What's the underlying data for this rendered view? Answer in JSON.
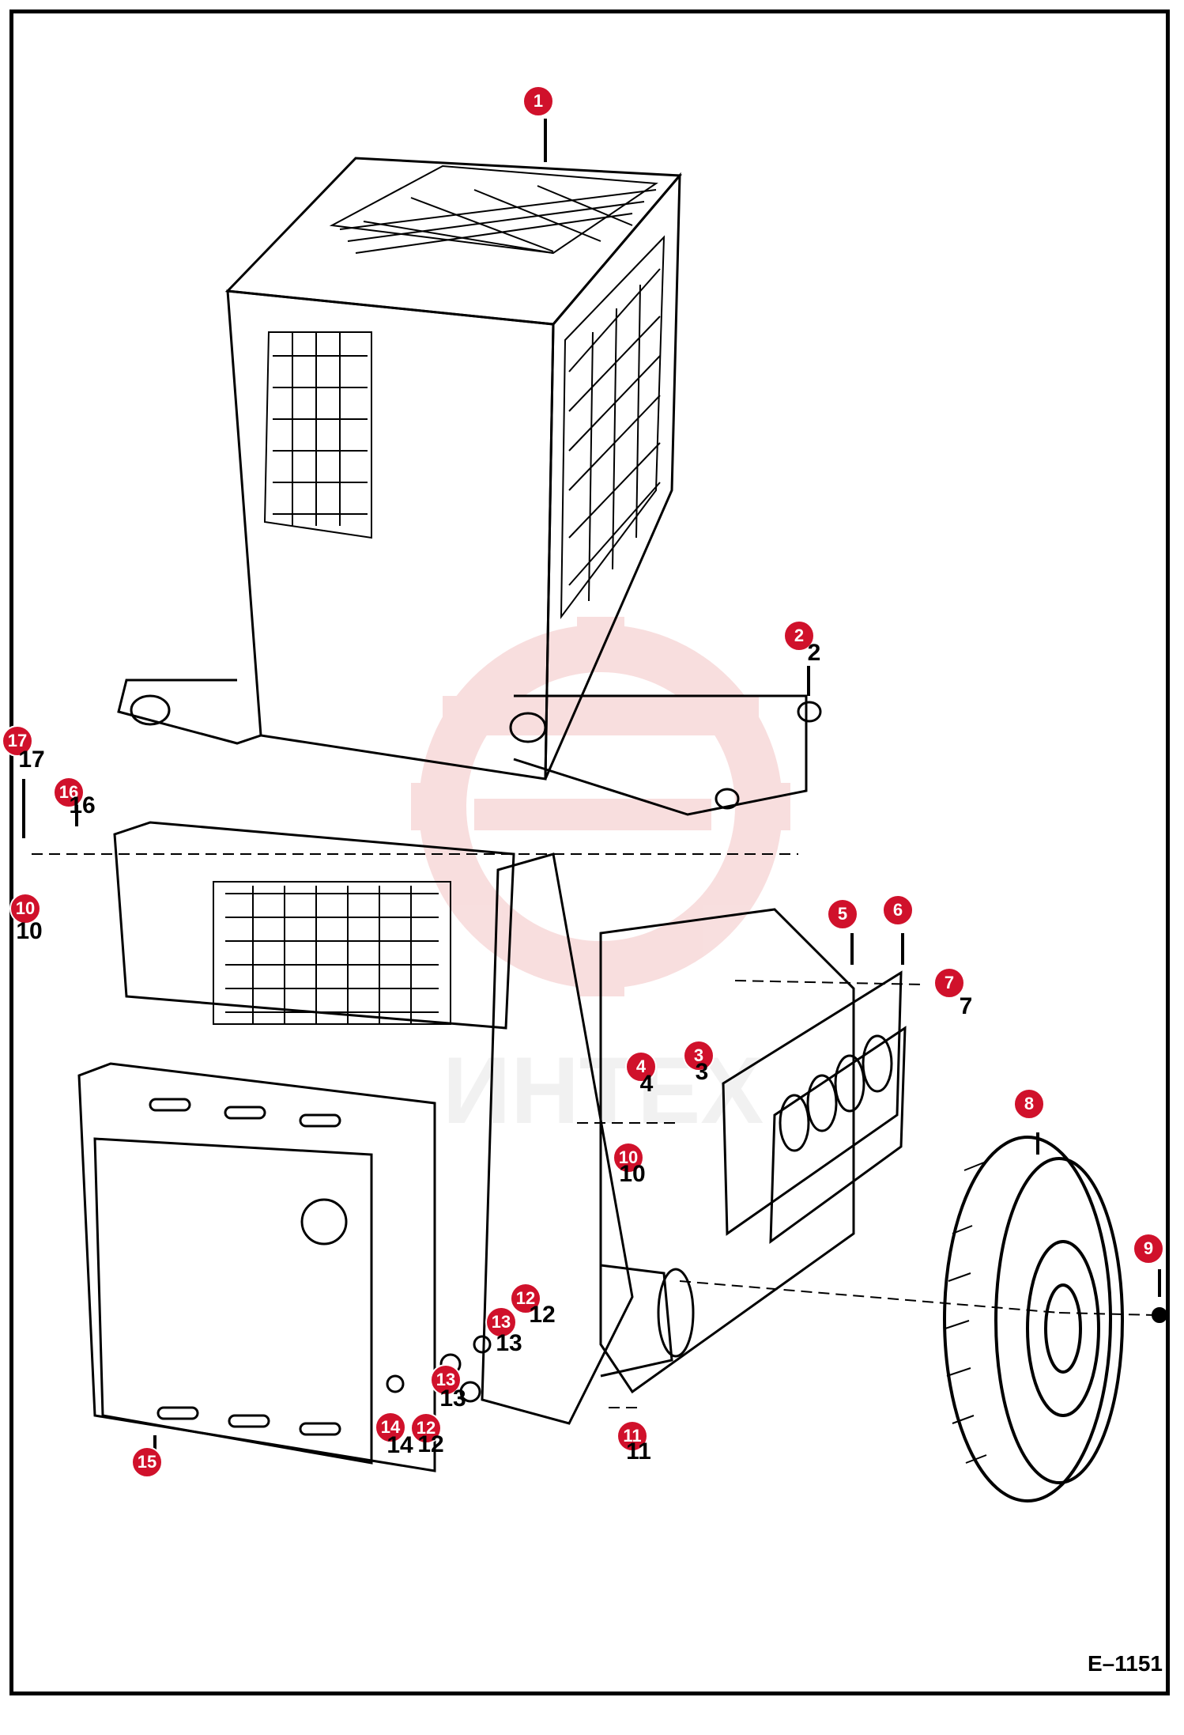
{
  "drawing": {
    "reference_code": "E–1151",
    "accent_color": "#d0112b",
    "line_color": "#000000",
    "watermark_color": "#f3c4c4"
  },
  "callouts": [
    {
      "id": "1"
    },
    {
      "id": "2"
    },
    {
      "id": "3"
    },
    {
      "id": "4"
    },
    {
      "id": "5"
    },
    {
      "id": "6"
    },
    {
      "id": "7"
    },
    {
      "id": "8"
    },
    {
      "id": "9"
    },
    {
      "id": "10"
    },
    {
      "id": "10"
    },
    {
      "id": "11"
    },
    {
      "id": "12"
    },
    {
      "id": "12"
    },
    {
      "id": "13"
    },
    {
      "id": "13"
    },
    {
      "id": "14"
    },
    {
      "id": "15"
    },
    {
      "id": "16"
    },
    {
      "id": "17"
    }
  ],
  "part_numbers": [
    {
      "text": "2"
    },
    {
      "text": "3"
    },
    {
      "text": "4"
    },
    {
      "text": "7"
    },
    {
      "text": "10"
    },
    {
      "text": "10"
    },
    {
      "text": "11"
    },
    {
      "text": "12"
    },
    {
      "text": "12"
    },
    {
      "text": "13"
    },
    {
      "text": "13"
    },
    {
      "text": "14"
    },
    {
      "text": "16"
    },
    {
      "text": "17"
    }
  ]
}
